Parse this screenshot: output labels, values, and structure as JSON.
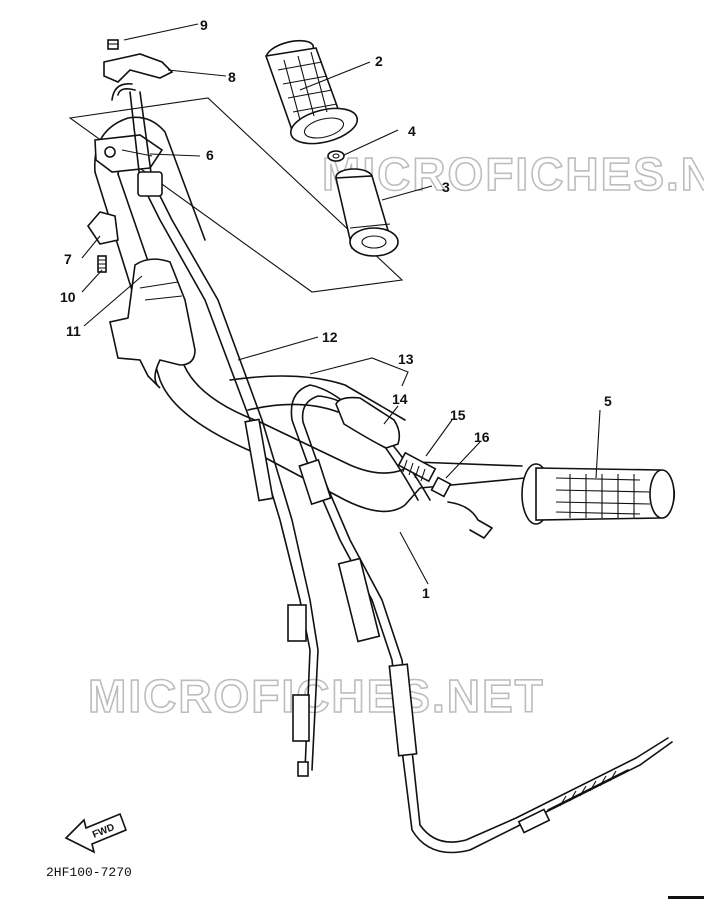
{
  "diagram": {
    "watermarks": [
      "MICROFICHES.NET",
      "MICROFICHES.NET"
    ],
    "diagram_code": "2HF100-7270",
    "direction_arrow_label": "FWD",
    "callouts": [
      "1",
      "2",
      "3",
      "4",
      "5",
      "6",
      "7",
      "8",
      "9",
      "10",
      "11",
      "12",
      "13",
      "14",
      "15",
      "16"
    ],
    "parts": [
      {
        "key": "handlebar",
        "callout": "1"
      },
      {
        "key": "throttle-grip",
        "callout": "2"
      },
      {
        "key": "throttle-tube",
        "callout": "3"
      },
      {
        "key": "throttle-collar",
        "callout": "4"
      },
      {
        "key": "right-grip",
        "callout": "5"
      },
      {
        "key": "throttle-housing",
        "callout": "6"
      },
      {
        "key": "lever-holder-cap",
        "callout": "7"
      },
      {
        "key": "housing-cap",
        "callout": "8"
      },
      {
        "key": "cap-screw",
        "callout": "9"
      },
      {
        "key": "holder-bolt",
        "callout": "10"
      },
      {
        "key": "handlebar-holder",
        "callout": "11"
      },
      {
        "key": "throttle-cable",
        "callout": "12"
      },
      {
        "key": "clutch-cable-assembly",
        "callout": "13"
      },
      {
        "key": "cable-cover",
        "callout": "14"
      },
      {
        "key": "adjuster",
        "callout": "15"
      },
      {
        "key": "lock-nut",
        "callout": "16"
      }
    ]
  }
}
